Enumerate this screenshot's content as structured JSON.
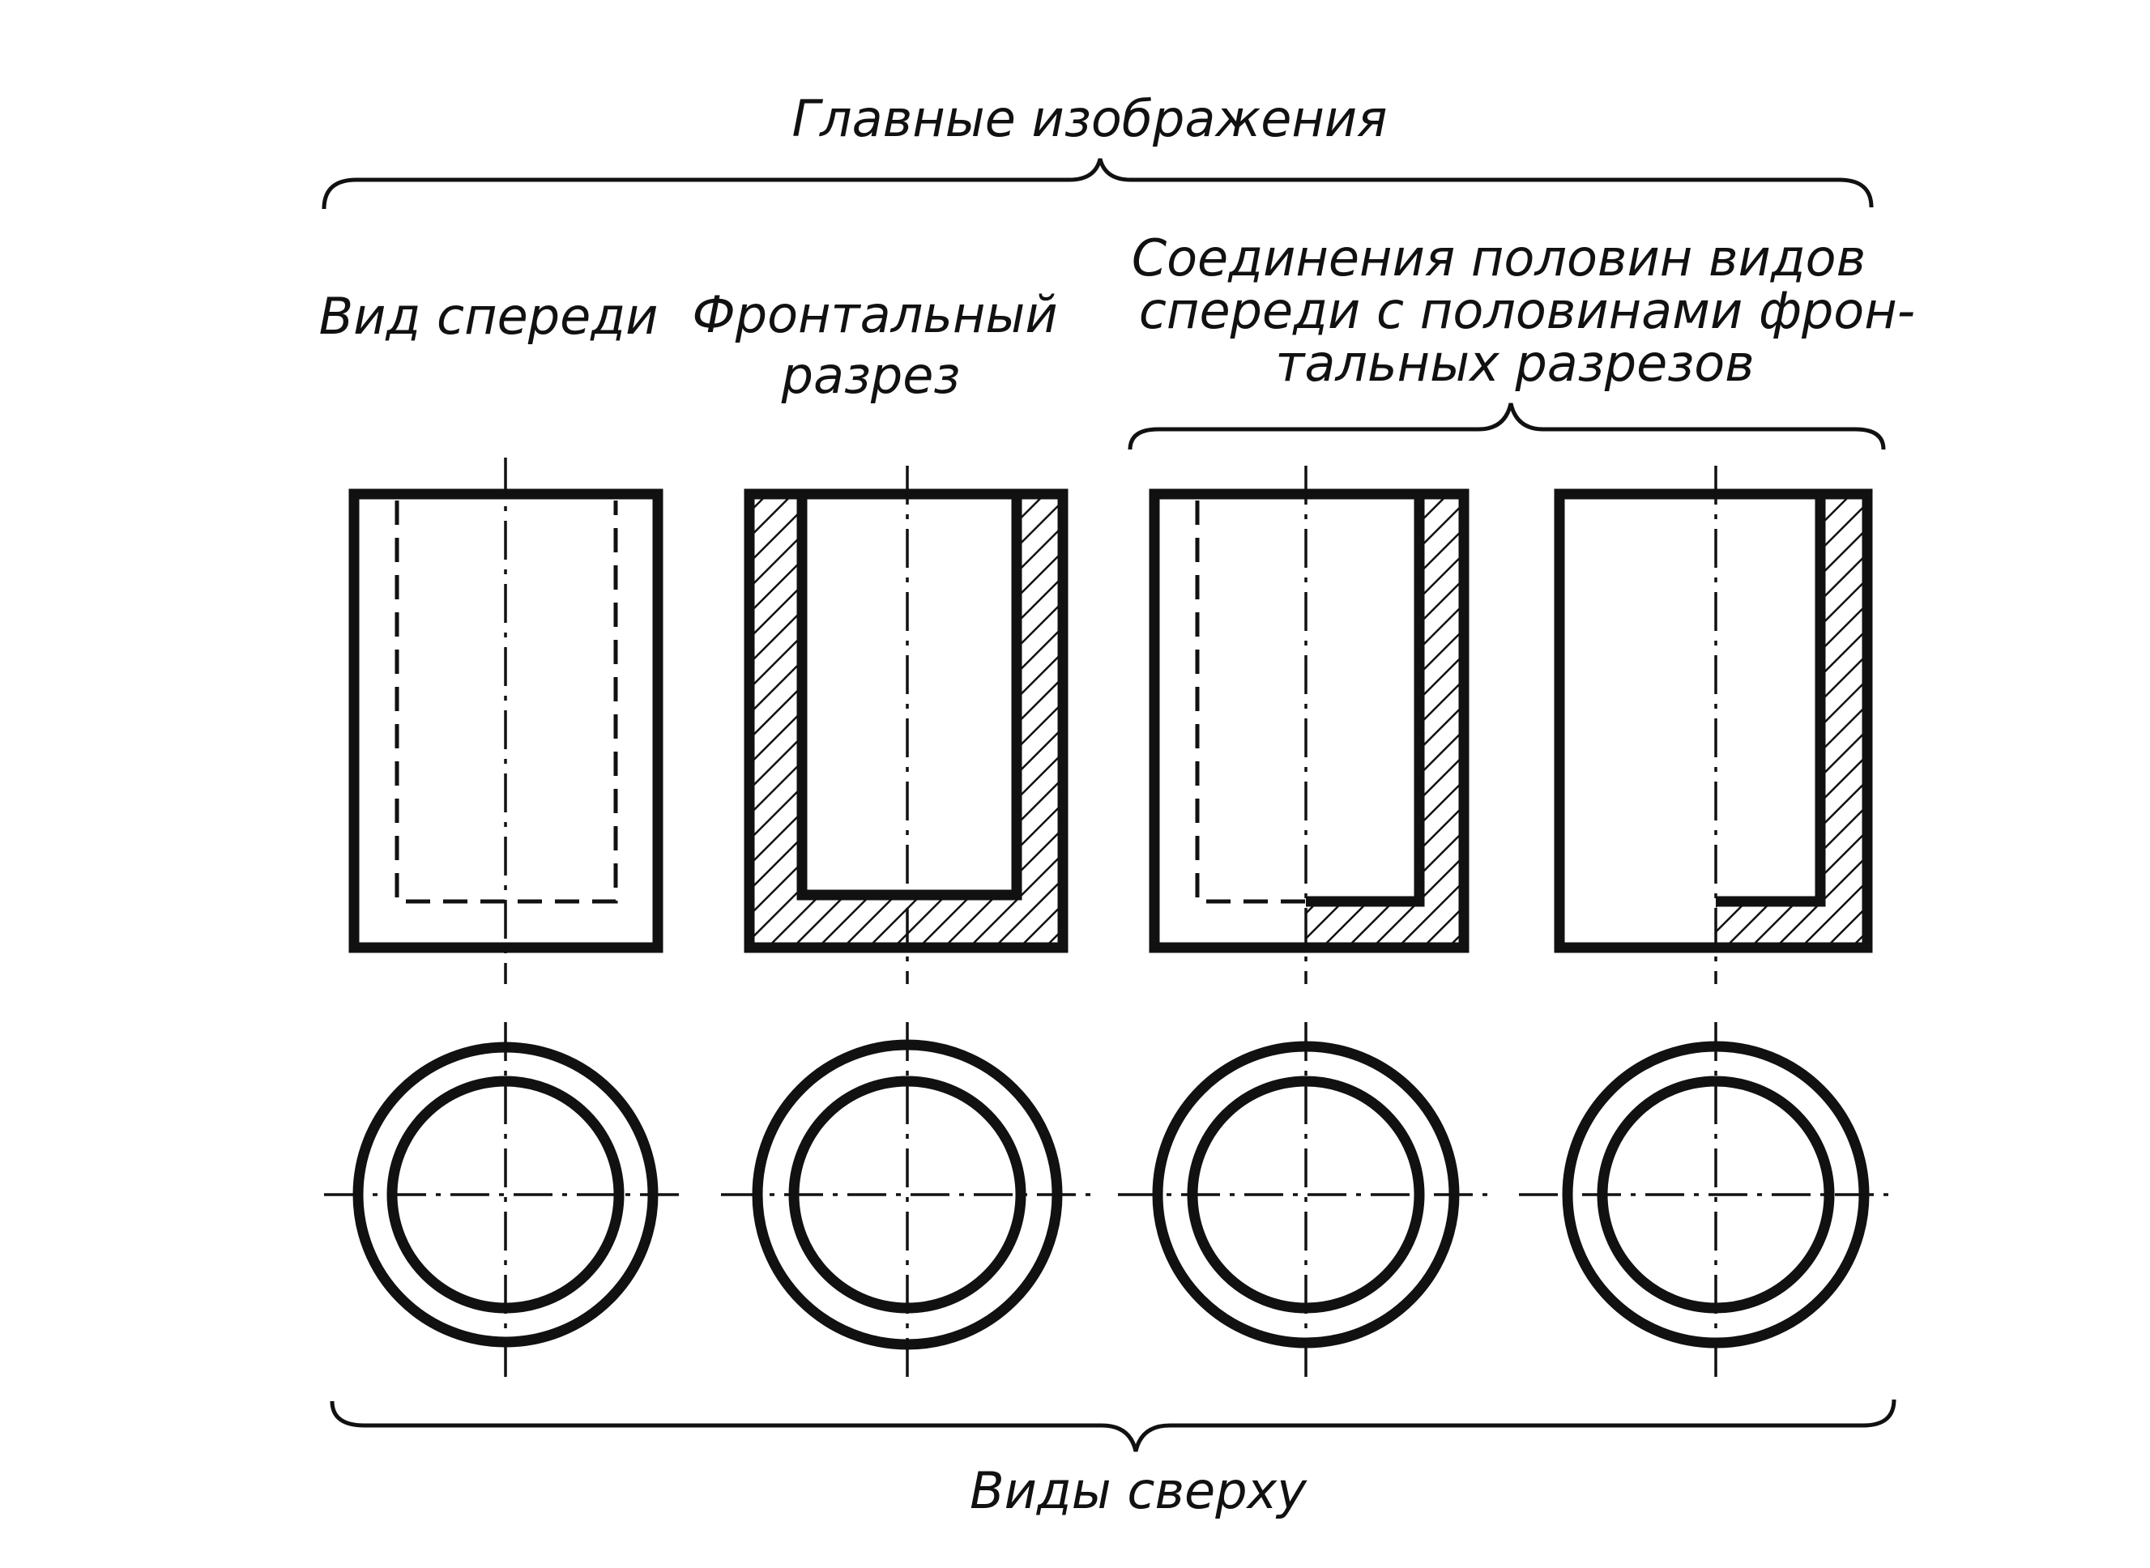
{
  "labels": {
    "main_images": "Главные изображения",
    "front_view": "Вид спереди",
    "frontal_section_line1": "Фронтальный",
    "frontal_section_line2": "разрез",
    "combination_line1": "Соединения половин видов",
    "combination_line2": "спереди с половинами фрон-",
    "combination_line3": "тальных разрезов",
    "top_views": "Виды сверху"
  }
}
